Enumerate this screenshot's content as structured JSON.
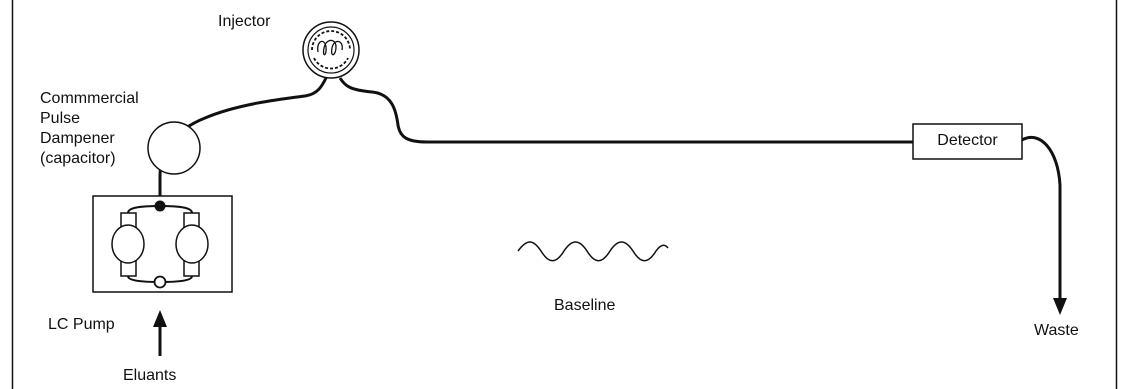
{
  "labels": {
    "injector": "Injector",
    "dampener_line1": "Commmercial",
    "dampener_line2": "Pulse",
    "dampener_line3": "Dampener",
    "dampener_line4": "(capacitor)",
    "detector": "Detector",
    "baseline": "Baseline",
    "lc_pump": "LC Pump",
    "eluants": "Eluants",
    "waste": "Waste"
  },
  "colors": {
    "line": "#111111",
    "background": "#ffffff"
  }
}
